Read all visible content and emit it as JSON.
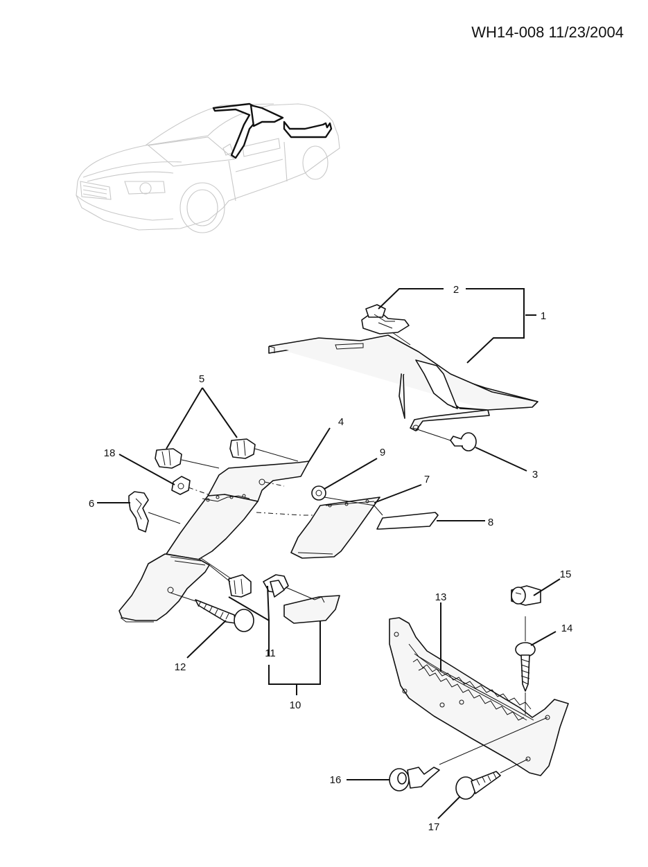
{
  "header": {
    "doc_id": "WH14-008 11/23/2004"
  },
  "callouts": {
    "c1": "1",
    "c2": "2",
    "c3": "3",
    "c4": "4",
    "c5": "5",
    "c6": "6",
    "c7": "7",
    "c8": "8",
    "c9": "9",
    "c10": "10",
    "c11": "11",
    "c12": "12",
    "c13": "13",
    "c14": "14",
    "c15": "15",
    "c16": "16",
    "c17": "17",
    "c18": "18"
  }
}
